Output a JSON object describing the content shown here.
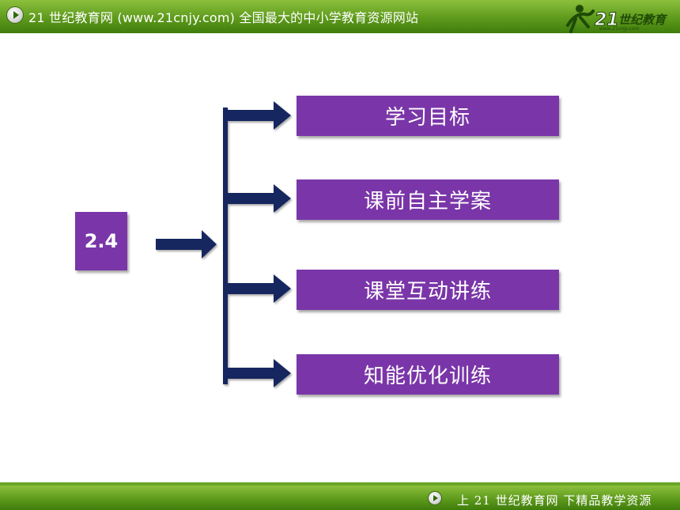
{
  "header": {
    "banner_text": "21 世纪教育网 (www.21cnjy.com)  全国最大的中小学教育资源网站",
    "logo_url": "www.21cnjy.com"
  },
  "footer": {
    "banner_text": "上 21 世纪教育网  下精品教学资源"
  },
  "diagram": {
    "root_label": "2.4",
    "items": [
      {
        "label": "学习目标"
      },
      {
        "label": "课前自主学案"
      },
      {
        "label": "课堂互动讲练"
      },
      {
        "label": "知能优化训练"
      }
    ]
  },
  "colors": {
    "banner_green": "#5e9a1c",
    "node_purple": "#7a36a8",
    "arrow_navy": "#17275e"
  }
}
